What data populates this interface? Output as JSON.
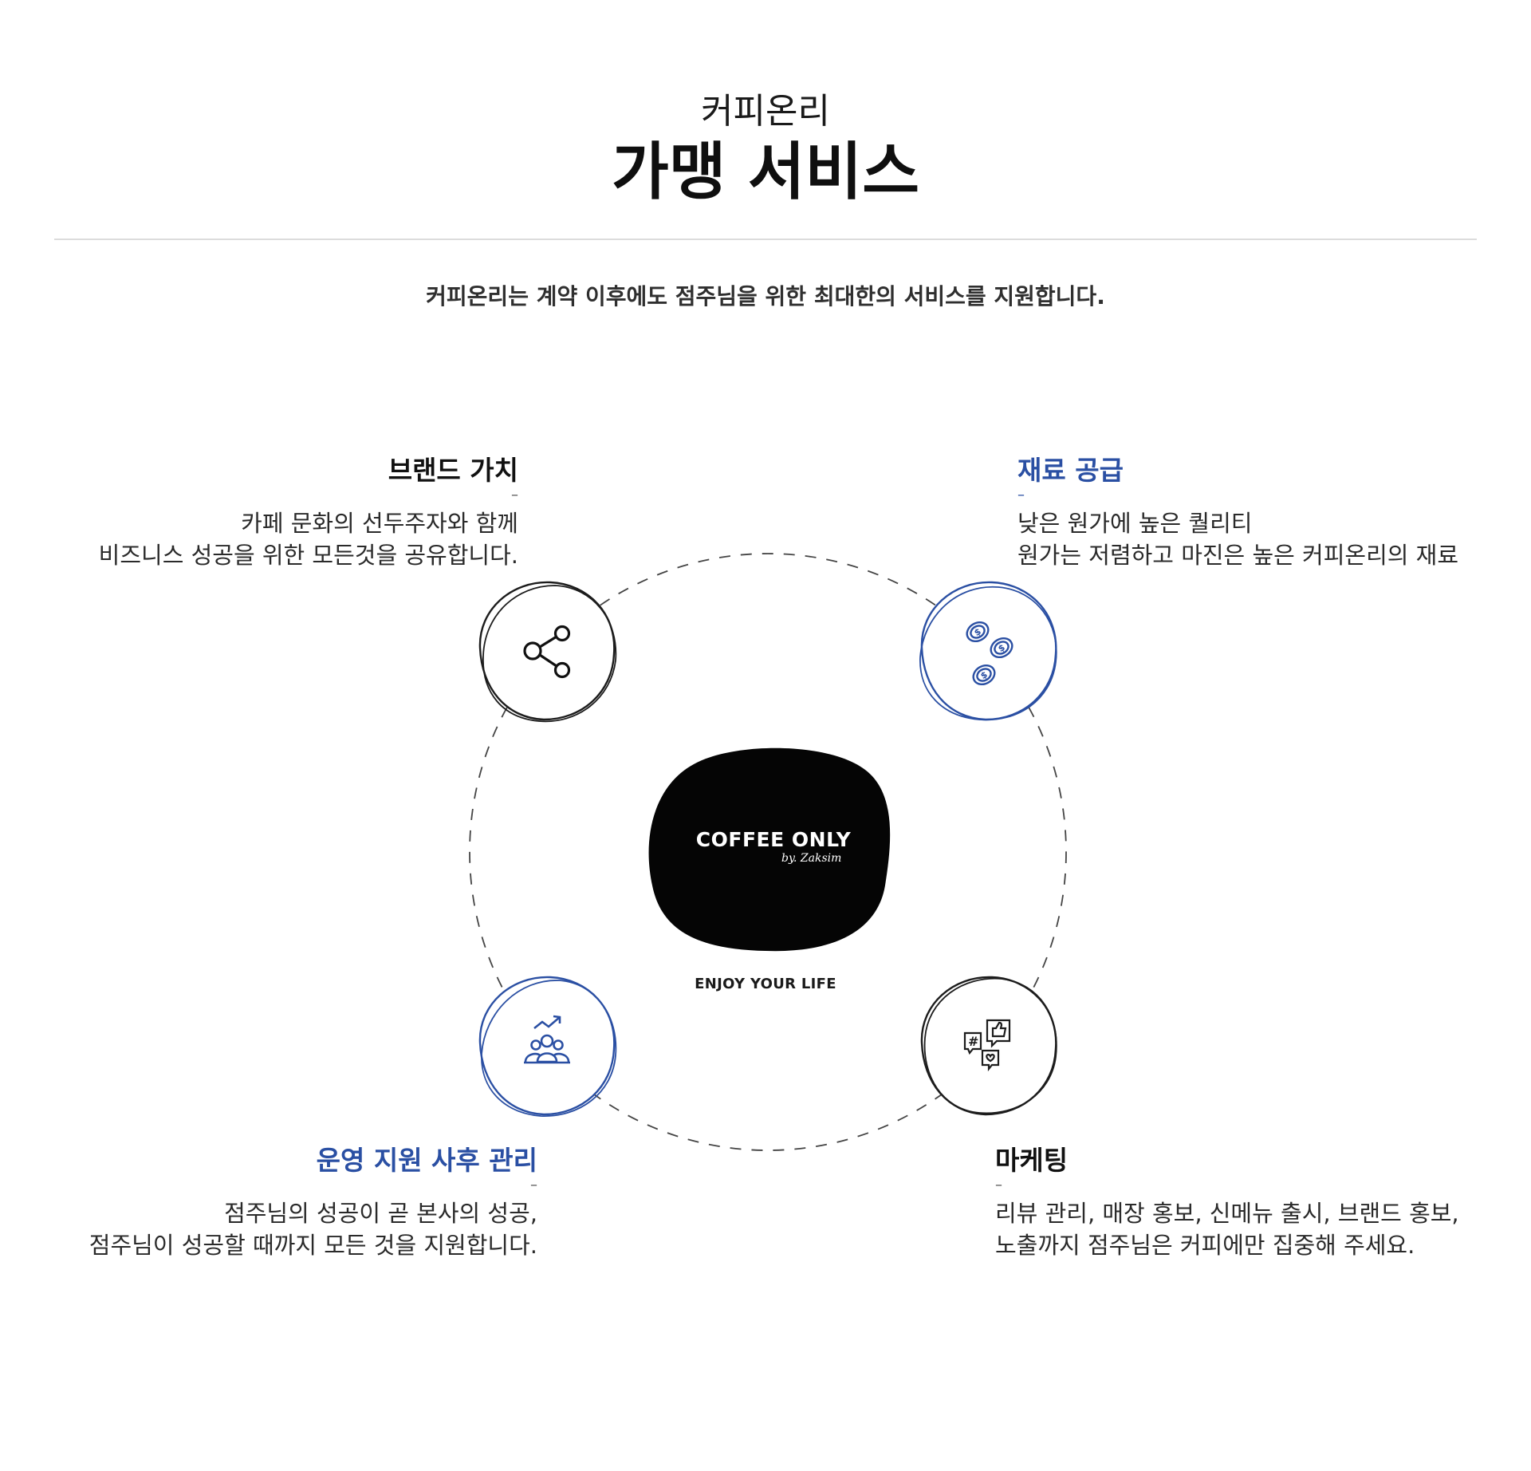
{
  "header": {
    "kicker": "커피온리",
    "title": "가맹 서비스",
    "lead": "커피온리는 계약 이후에도 점주님을 위한 최대한의 서비스를 지원합니다."
  },
  "center": {
    "logo_text": "COFFEE ONLY",
    "logo_sub": "by. Zaksim",
    "tagline": "ENJOY YOUR LIFE"
  },
  "services": [
    {
      "title": "브랜드 가치",
      "dash": "–",
      "lines": [
        "카페 문화의 선두주자와 함께",
        "비즈니스 성공을 위한 모든것을 공유합니다."
      ],
      "icon": "share-icon",
      "color": "#111111"
    },
    {
      "title": "재료 공급",
      "dash": "–",
      "lines": [
        "낮은 원가에 높은 퀄리티",
        "원가는 저렴하고 마진은 높은 커피온리의 재료"
      ],
      "icon": "coins-icon",
      "color": "#2a4fa3"
    },
    {
      "title": "운영 지원 사후 관리",
      "dash": "–",
      "lines": [
        "점주님의 성공이 곧 본사의 성공,",
        "점주님이 성공할 때까지 모든 것을 지원합니다."
      ],
      "icon": "team-growth-icon",
      "color": "#2a4fa3"
    },
    {
      "title": "마케팅",
      "dash": "–",
      "lines": [
        "리뷰 관리, 매장 홍보, 신메뉴 출시, 브랜드 홍보,",
        "노출까지 점주님은 커피에만 집중해 주세요."
      ],
      "icon": "social-media-icon",
      "color": "#111111"
    }
  ]
}
